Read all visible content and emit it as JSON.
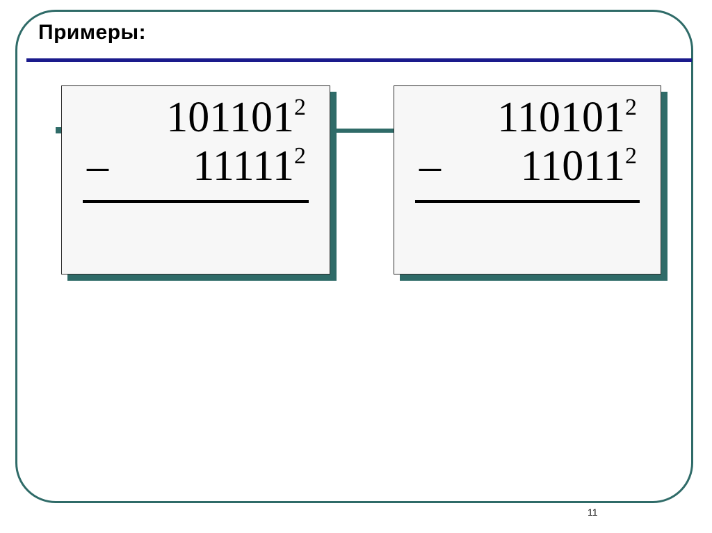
{
  "slide": {
    "title": "Примеры:",
    "page_number": "11",
    "colors": {
      "frame": "#2f6b68",
      "title_rule": "#1a1a8c",
      "box_fill": "#f7f7f7",
      "box_border": "#2b2b2b",
      "box_shadow": "#2f6b68",
      "text": "#000000"
    }
  },
  "examples": [
    {
      "id": "example-1",
      "minuend": {
        "digits": "101101",
        "base": "2"
      },
      "operator": "–",
      "subtrahend": {
        "digits": "11111",
        "base": "2"
      },
      "result": ""
    },
    {
      "id": "example-2",
      "minuend": {
        "digits": "110101",
        "base": "2"
      },
      "operator": "–",
      "subtrahend": {
        "digits": "11011",
        "base": "2"
      },
      "result": ""
    }
  ]
}
